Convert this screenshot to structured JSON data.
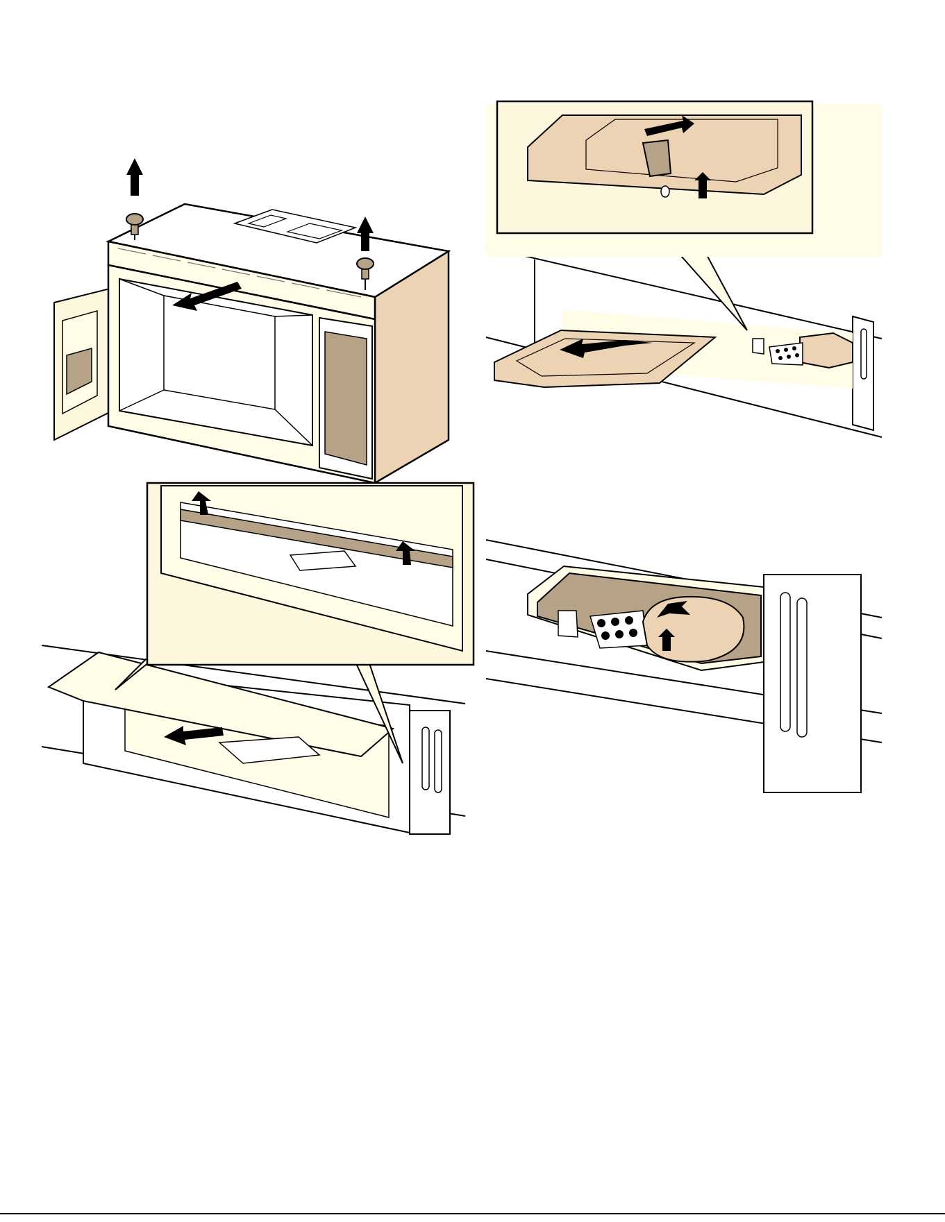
{
  "page": {
    "page_number": ""
  },
  "colors": {
    "cream": "#fdf8dd",
    "cream_light": "#fffde8",
    "tan": "#ecd3b3",
    "taupe": "#b6a287",
    "ink": "#000000",
    "paper": "#ffffff"
  },
  "figures": [
    {
      "id": "fig1",
      "icon": "microwave-screws-removal-illustration"
    },
    {
      "id": "fig2",
      "icon": "light-cover-tab-release-illustration"
    },
    {
      "id": "fig3",
      "icon": "grease-filter-cover-removal-illustration"
    },
    {
      "id": "fig4",
      "icon": "light-bulb-replacement-illustration"
    }
  ]
}
